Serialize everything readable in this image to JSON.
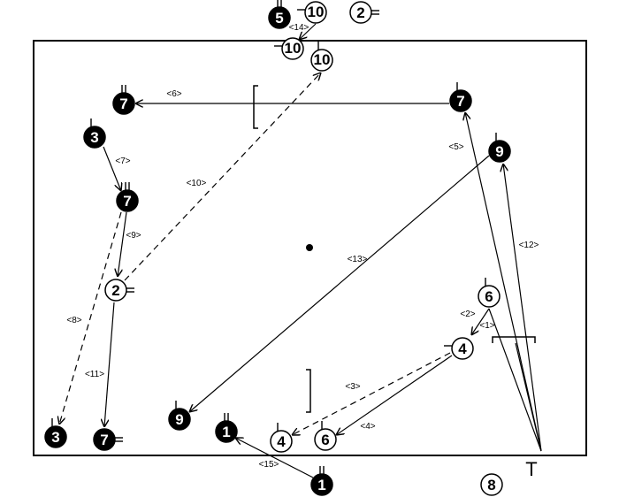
{
  "court": {
    "coach_marker": "T"
  },
  "players": [
    {
      "id": "p5-top",
      "label": "5",
      "style": "dark"
    },
    {
      "id": "p10-a",
      "label": "10",
      "style": "light"
    },
    {
      "id": "p2-top",
      "label": "2",
      "style": "light"
    },
    {
      "id": "p10-b",
      "label": "10",
      "style": "light"
    },
    {
      "id": "p10-c",
      "label": "10",
      "style": "light"
    },
    {
      "id": "p7-tl",
      "label": "7",
      "style": "dark"
    },
    {
      "id": "p7-tr",
      "label": "7",
      "style": "dark"
    },
    {
      "id": "p3-l",
      "label": "3",
      "style": "dark"
    },
    {
      "id": "p9-r",
      "label": "9",
      "style": "dark"
    },
    {
      "id": "p7-ml",
      "label": "7",
      "style": "dark"
    },
    {
      "id": "p2-mid",
      "label": "2",
      "style": "light"
    },
    {
      "id": "p6-r",
      "label": "6",
      "style": "light"
    },
    {
      "id": "p4-r",
      "label": "4",
      "style": "light"
    },
    {
      "id": "p9-bl",
      "label": "9",
      "style": "dark"
    },
    {
      "id": "p1-in",
      "label": "1",
      "style": "dark"
    },
    {
      "id": "p4-b",
      "label": "4",
      "style": "light"
    },
    {
      "id": "p6-b",
      "label": "6",
      "style": "light"
    },
    {
      "id": "p3-bl",
      "label": "3",
      "style": "dark"
    },
    {
      "id": "p7-bl",
      "label": "7",
      "style": "dark"
    },
    {
      "id": "p1-out",
      "label": "1",
      "style": "dark"
    },
    {
      "id": "p8-out",
      "label": "8",
      "style": "light"
    }
  ],
  "moves": [
    {
      "id": "m1",
      "label": "<1>"
    },
    {
      "id": "m2",
      "label": "<2>"
    },
    {
      "id": "m3",
      "label": "<3>"
    },
    {
      "id": "m4",
      "label": "<4>"
    },
    {
      "id": "m5",
      "label": "<5>"
    },
    {
      "id": "m6",
      "label": "<6>"
    },
    {
      "id": "m7",
      "label": "<7>"
    },
    {
      "id": "m8",
      "label": "<8>"
    },
    {
      "id": "m9",
      "label": "<9>"
    },
    {
      "id": "m10",
      "label": "<10>"
    },
    {
      "id": "m11",
      "label": "<11>"
    },
    {
      "id": "m12",
      "label": "<12>"
    },
    {
      "id": "m13",
      "label": "<13>"
    },
    {
      "id": "m14",
      "label": "<14>"
    },
    {
      "id": "m15",
      "label": "<15>"
    }
  ]
}
